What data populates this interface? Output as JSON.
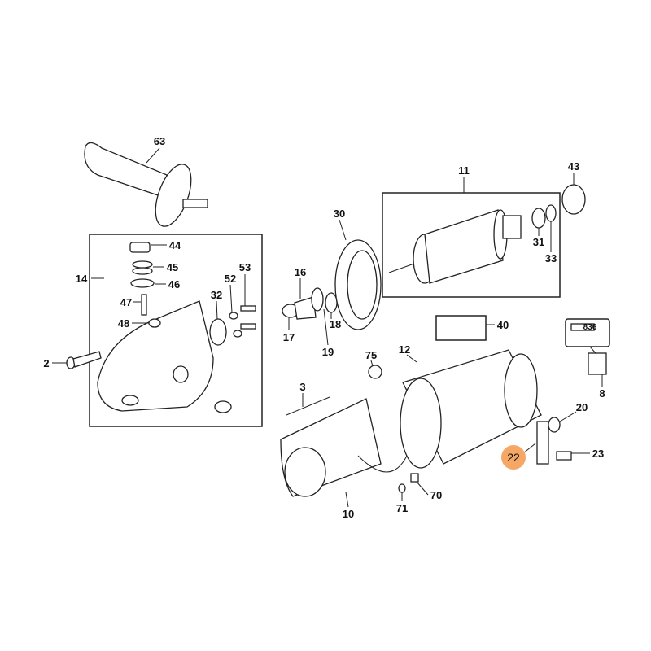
{
  "title": "Angle grinder exploded parts diagram",
  "highlight_color": "#f5a866",
  "highlighted_part": "22",
  "part_labels": [
    "63",
    "11",
    "43",
    "30",
    "44",
    "45",
    "46",
    "53",
    "14",
    "52",
    "16",
    "32",
    "31",
    "33",
    "47",
    "48",
    "40",
    "17",
    "18",
    "19",
    "2",
    "12",
    "75",
    "836",
    "8",
    "3",
    "20",
    "22",
    "23",
    "70",
    "71",
    "10"
  ]
}
